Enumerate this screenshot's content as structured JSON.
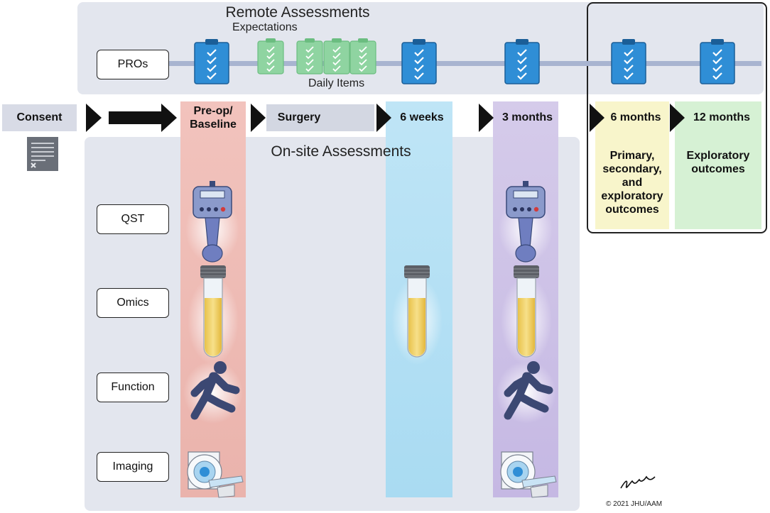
{
  "remote": {
    "title": "Remote Assessments",
    "pros_label": "PROs",
    "expectations_label": "Expectations",
    "daily_items_label": "Daily Items"
  },
  "timeline": {
    "consent": "Consent",
    "baseline_line1": "Pre-op/",
    "baseline_line2": "Baseline",
    "surgery": "Surgery",
    "six_weeks": "6 weeks",
    "three_months": "3 months",
    "six_months": "6 months",
    "twelve_months": "12 months"
  },
  "onsite": {
    "title": "On-site Assessments",
    "rows": [
      "QST",
      "Omics",
      "Function",
      "Imaging"
    ]
  },
  "outcomes": {
    "six_month_lines": [
      "Primary,",
      "secondary,",
      "and",
      "exploratory",
      "outcomes"
    ],
    "twelve_month_lines": [
      "Exploratory",
      "outcomes"
    ]
  },
  "credit": {
    "copyright": "© 2021 JHU/AAM"
  },
  "colors": {
    "clipboard_blue": "#2f8ed6",
    "clipboard_green": "#8fd4a1",
    "baseline_band": "#eab3ac",
    "six_week_band": "#a9dbf2",
    "three_month_band": "#c5b8e3",
    "six_month_band": "#f8f5cb",
    "twelve_month_band": "#d6f1d4"
  },
  "icons": [
    "clipboard-checklist-icon",
    "consent-form-icon",
    "qst-algometer-icon",
    "blood-tube-icon",
    "walking-person-icon",
    "mri-scanner-icon",
    "signature-icon"
  ]
}
